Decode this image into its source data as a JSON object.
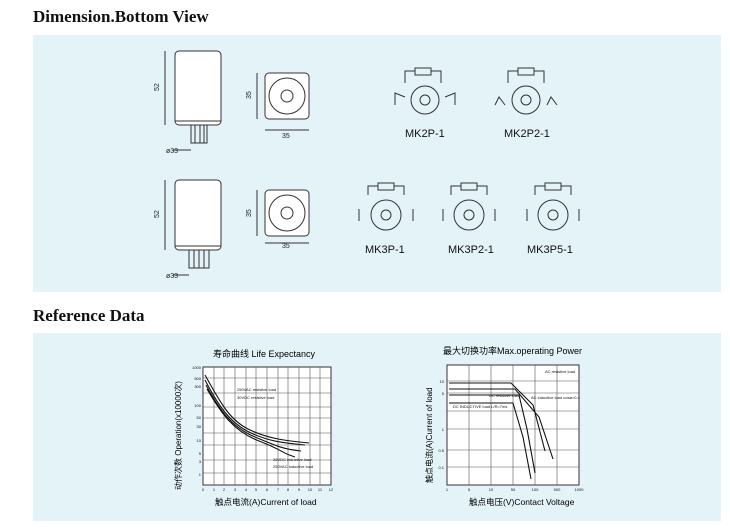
{
  "sections": {
    "dimension_title": "Dimension.Bottom View",
    "reference_title": "Reference Data"
  },
  "dimension": {
    "body_height": "52",
    "base_dim": "35",
    "pin_dia": "ø33",
    "models": {
      "mk2p1": "MK2P-1",
      "mk2p21": "MK2P2-1",
      "mk3p1": "MK3P-1",
      "mk3p21": "MK3P2-1",
      "mk3p51": "MK3P5-1"
    }
  },
  "life_chart": {
    "title": "寿命曲线 Life  Expectancy",
    "ylabel": "动作次数 Operation(x10000次)",
    "xlabel": "触点电流(A)Current of load",
    "y_ticks": [
      "1000",
      "500",
      "300",
      "100",
      "50",
      "30",
      "10",
      "5",
      "3",
      "1"
    ],
    "x_ticks": [
      "0",
      "1",
      "2",
      "3",
      "4",
      "5",
      "6",
      "7",
      "8",
      "9",
      "10",
      "11",
      "12"
    ],
    "annotations": [
      "250VAC resistive load",
      "30VDC resistive load",
      "28VDC inductive load",
      "250VAC inductive load"
    ]
  },
  "power_chart": {
    "title": "最大切换功率Max.operating Power",
    "ylabel": "触点电流(A)Current of load",
    "xlabel": "触点电压(V)Contact Voltage",
    "y_ticks": [
      "10",
      "5",
      "1",
      "0.5",
      "0.1"
    ],
    "x_ticks": [
      "1",
      "5",
      "10",
      "50",
      "100",
      "500",
      "1000"
    ],
    "annotations": [
      "AC resistive load",
      "DC resistive load",
      "AC inductive load cosø=0.4",
      "DC INDUCTIVE load L/R=7ms"
    ]
  }
}
